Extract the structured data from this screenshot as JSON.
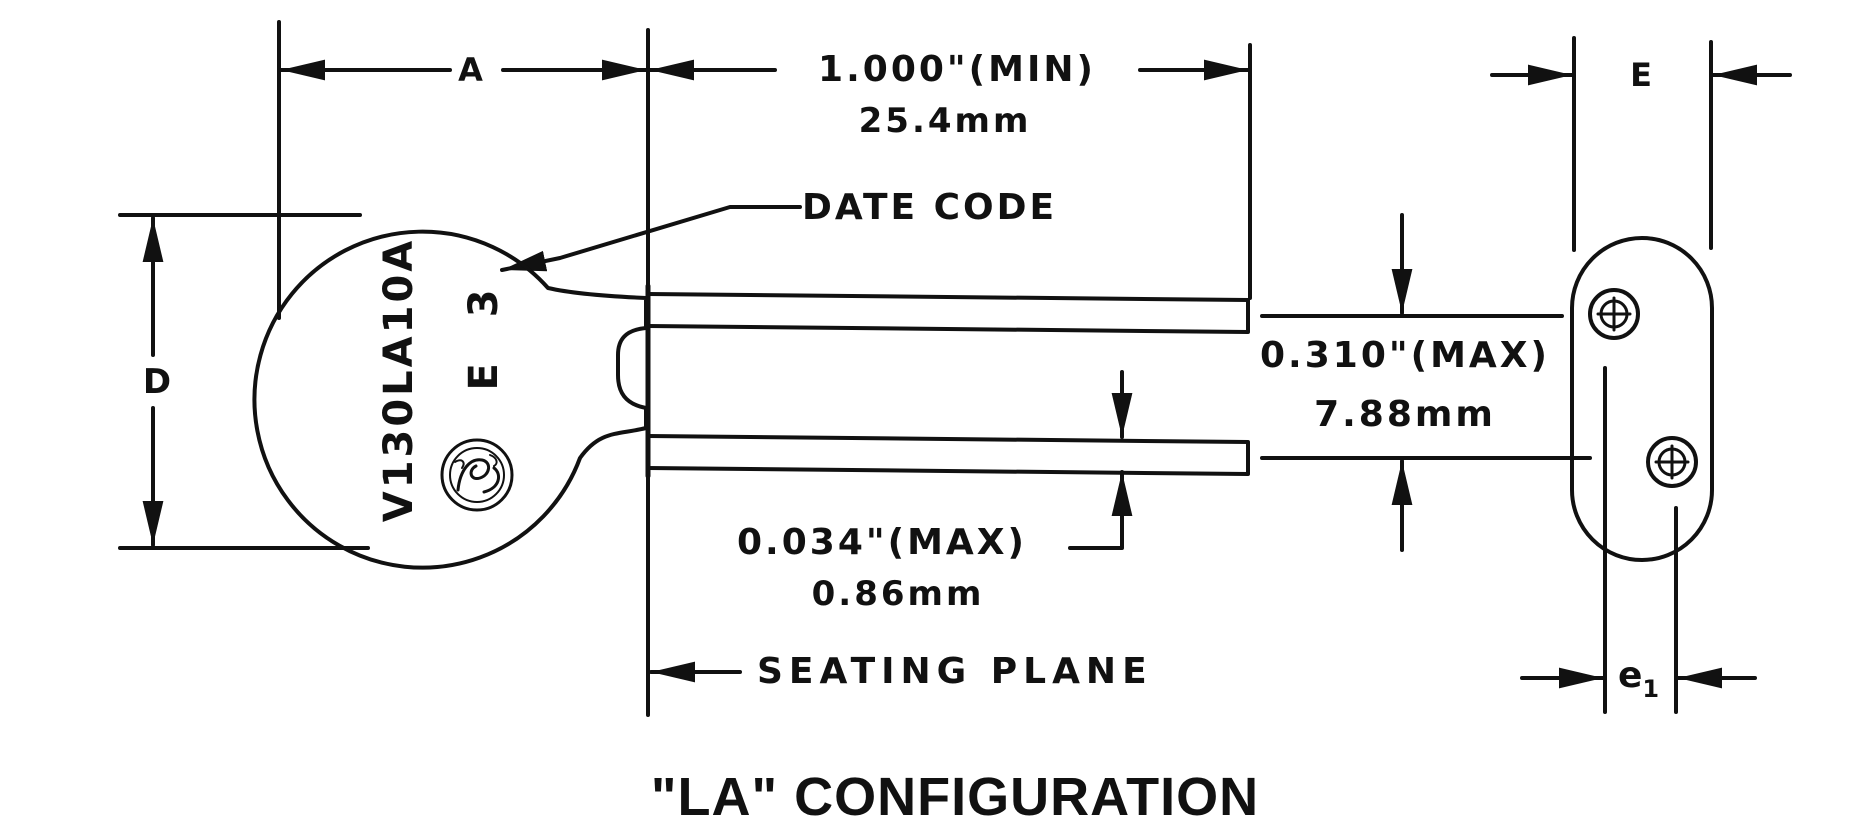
{
  "diagram": {
    "title": "\"LA\" CONFIGURATION",
    "labels": {
      "dim_a": "A",
      "lead_len_in": "1.000\"(MIN)",
      "lead_len_mm": "25.4mm",
      "date_code": "DATE CODE",
      "dim_d": "D",
      "spacing_in": "0.310\"(MAX)",
      "spacing_mm": "7.88mm",
      "lead_dia_in": "0.034\"(MAX)",
      "lead_dia_mm": "0.86mm",
      "seating_plane": "SEATING PLANE",
      "dim_e": "E",
      "dim_e1": "e",
      "dim_e1_sub": "1"
    },
    "device_marking": {
      "part_number": "V130LA10A",
      "date_code_mark": "E 3"
    },
    "logo": "GE",
    "colors": {
      "ink": "#111111",
      "paper": "#ffffff"
    }
  }
}
